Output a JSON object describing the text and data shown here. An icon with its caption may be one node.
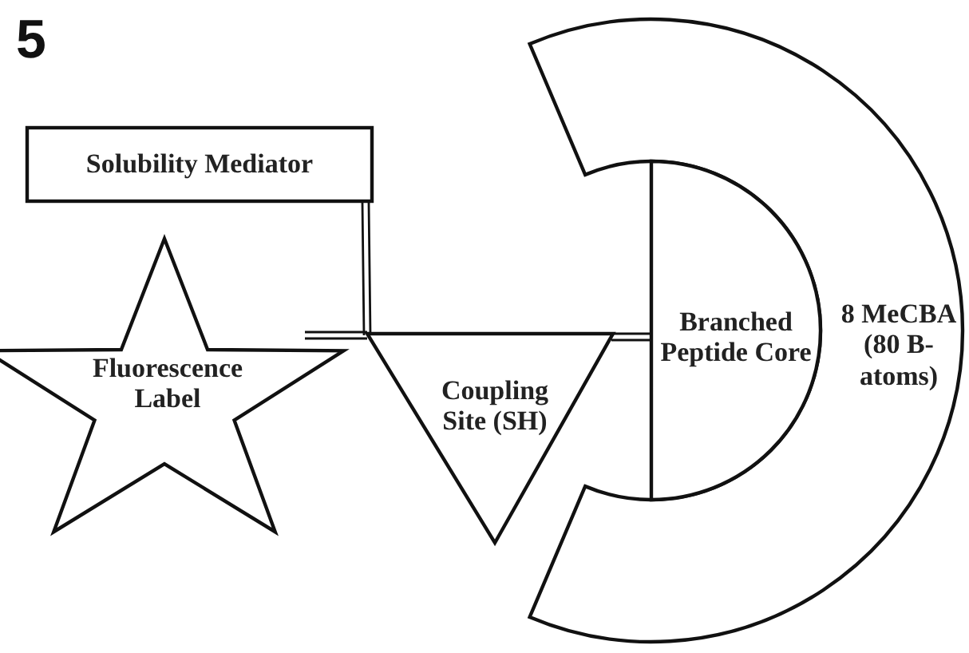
{
  "diagram": {
    "nodes": [
      {
        "text": [
          "Solubility Mediator"
        ]
      },
      {
        "text": [
          "Fluorescence Label"
        ]
      },
      {
        "text": [
          "Coupling Site (SH)"
        ]
      },
      {
        "text": [
          "Branched Peptide Core"
        ]
      },
      {
        "text": [
          "8 MeCBA (80 B-atoms)"
        ]
      }
    ],
    "edges": [
      {
        "from": 0,
        "to": 2,
        "arrow": "none"
      },
      {
        "from": 1,
        "to": 2,
        "arrow": "none"
      },
      {
        "from": 2,
        "to": 3,
        "arrow": "none"
      }
    ],
    "labels": [
      "5"
    ]
  }
}
